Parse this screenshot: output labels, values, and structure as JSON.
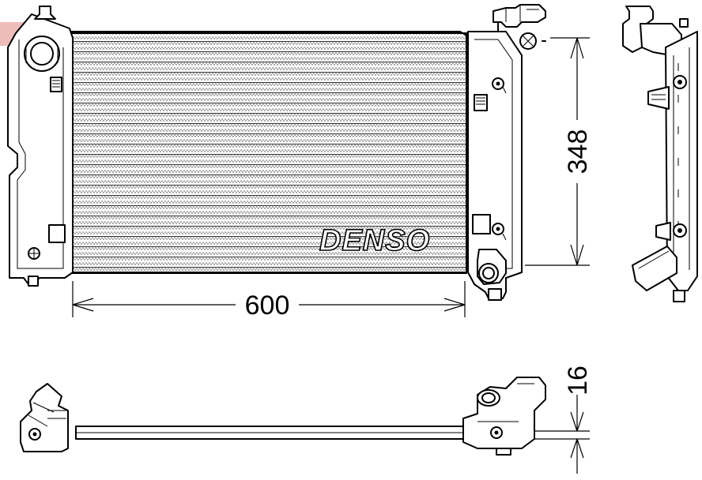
{
  "brand": {
    "logo_text": "DENSO"
  },
  "dimensions": {
    "width_label": "600",
    "height_label": "348",
    "depth_label": "16"
  },
  "colors": {
    "stroke": "#000000",
    "core_fill": "#e6e6e6",
    "background": "#ffffff",
    "watermark": "#e8a0a0"
  }
}
